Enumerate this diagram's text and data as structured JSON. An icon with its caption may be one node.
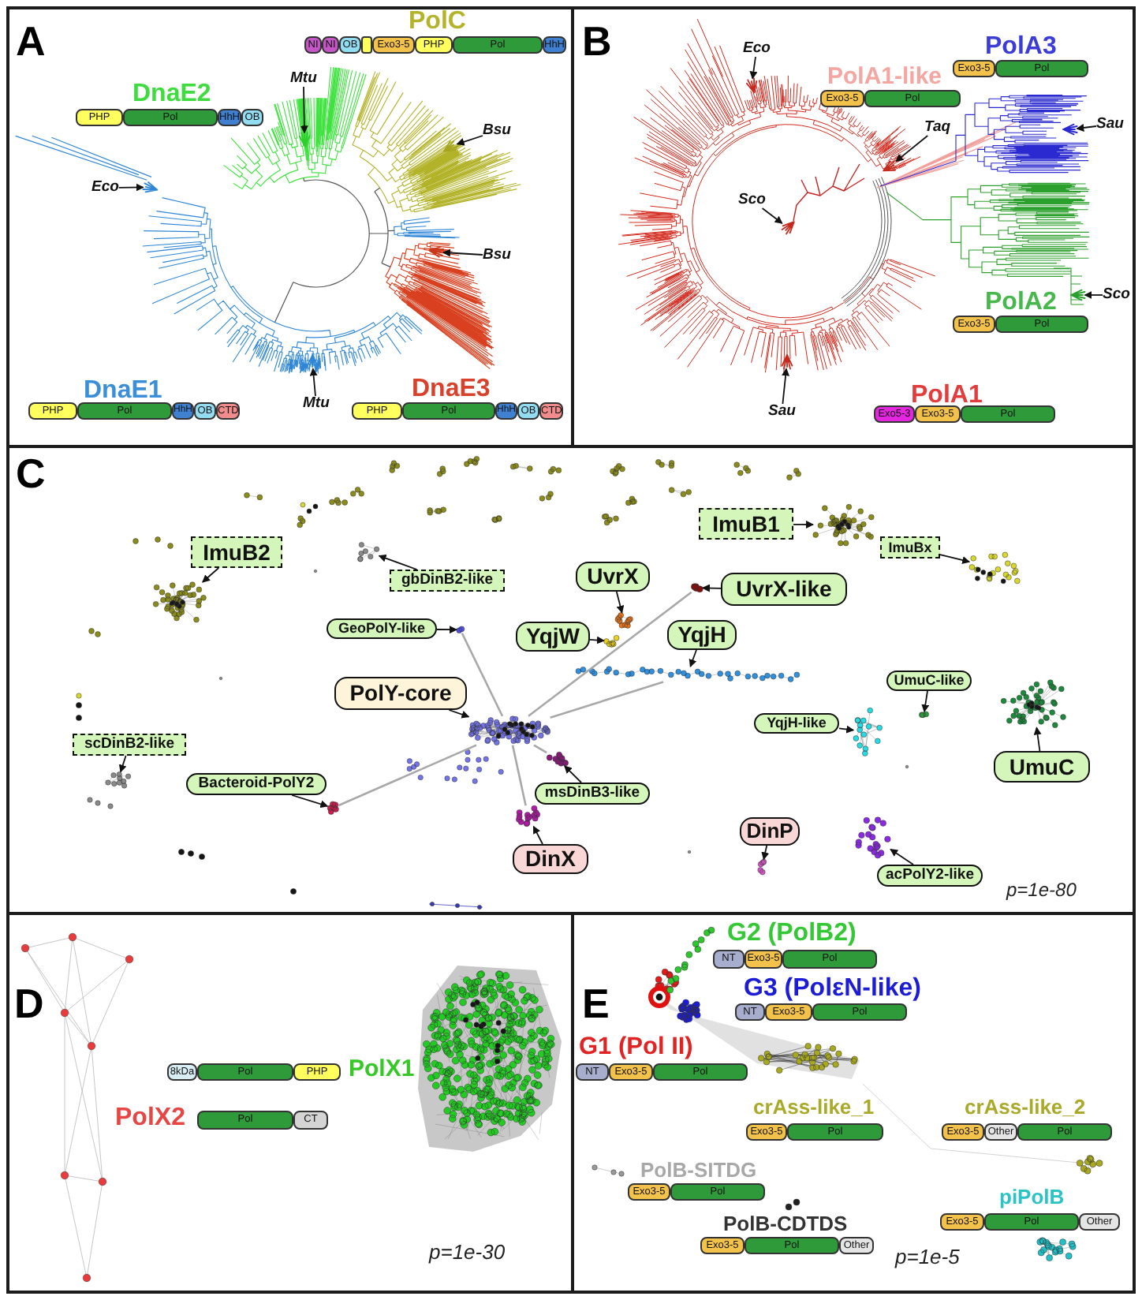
{
  "diagram": {
    "nodes": [
      {
        "text": [
          "A"
        ]
      },
      {
        "text": [
          "NI"
        ],
        "in": 0
      },
      {
        "text": [
          "NI"
        ],
        "in": 0
      },
      {
        "text": [
          "OB"
        ],
        "in": 0
      },
      {
        "text": [],
        "shape": "box",
        "in": 0
      },
      {
        "text": [
          "Exo3-5"
        ],
        "in": 0
      },
      {
        "text": [
          "PHP"
        ],
        "in": 0
      },
      {
        "text": [
          "Pol"
        ],
        "in": 0
      },
      {
        "text": [
          "HhH"
        ],
        "in": 0
      },
      {
        "text": [
          "Mtu"
        ],
        "in": 0
      },
      {
        "text": [
          "PHP"
        ],
        "in": 0
      },
      {
        "text": [
          "Pol"
        ],
        "in": 0
      },
      {
        "text": [
          "HhH"
        ],
        "in": 0
      },
      {
        "text": [
          "OB"
        ],
        "in": 0
      },
      {
        "text": [
          "Bsu"
        ],
        "in": 0
      },
      {
        "text": [
          "Eco"
        ],
        "in": 0
      },
      {
        "text": [
          "Bsu"
        ],
        "in": 0
      },
      {
        "text": [
          "PHP"
        ],
        "in": 0
      },
      {
        "text": [
          "Pol"
        ],
        "in": 0
      },
      {
        "text": [
          "HhH"
        ],
        "in": 0
      },
      {
        "text": [
          "OB"
        ],
        "in": 0
      },
      {
        "text": [
          "CTD"
        ],
        "in": 0
      },
      {
        "text": [
          "Mtu"
        ],
        "in": 0
      },
      {
        "text": [
          "PHP"
        ],
        "in": 0
      },
      {
        "text": [
          "Pol"
        ],
        "in": 0
      },
      {
        "text": [
          "HhH"
        ],
        "in": 0
      },
      {
        "text": [
          "OB"
        ],
        "in": 0
      },
      {
        "text": [
          "CTD"
        ],
        "in": 0
      },
      {
        "text": [
          "B"
        ]
      },
      {
        "text": [
          "Eco"
        ],
        "in": 28
      },
      {
        "text": [
          "Exo3-5"
        ],
        "in": 28
      },
      {
        "text": [
          "Pol"
        ],
        "in": 28
      },
      {
        "text": [
          "Exo3-5"
        ],
        "in": 28
      },
      {
        "text": [
          "Pol"
        ],
        "in": 28
      },
      {
        "text": [
          "Taq"
        ],
        "in": 28
      },
      {
        "text": [
          "Sau"
        ],
        "in": 28
      },
      {
        "text": [
          "Sco"
        ],
        "in": 28
      },
      {
        "text": [
          "Sco"
        ],
        "in": 28
      },
      {
        "text": [
          "Exo3-5"
        ],
        "in": 28
      },
      {
        "text": [
          "Pol"
        ],
        "in": 28
      },
      {
        "text": [
          "Sau"
        ],
        "in": 28
      },
      {
        "text": [
          "Exo5-3"
        ],
        "in": 28
      },
      {
        "text": [
          "Exo3-5"
        ],
        "in": 28
      },
      {
        "text": [
          "Pol"
        ],
        "in": 28
      },
      {
        "text": [
          "C"
        ]
      },
      {
        "text": [
          "ImuB1"
        ],
        "in": 44
      },
      {
        "text": [
          "ImuB2"
        ],
        "in": 44
      },
      {
        "text": [
          "ImuBx"
        ],
        "in": 44
      },
      {
        "text": [
          "UvrX"
        ],
        "in": 44
      },
      {
        "text": [
          "gbDinB2-like"
        ],
        "in": 44
      },
      {
        "text": [
          "UvrX-like"
        ],
        "in": 44
      },
      {
        "text": [
          "GeoPolY-like"
        ],
        "in": 44
      },
      {
        "text": [
          "YqjW"
        ],
        "in": 44
      },
      {
        "text": [
          "YqjH"
        ],
        "in": 44
      },
      {
        "text": [
          "UmuC-like"
        ],
        "in": 44
      },
      {
        "text": [
          "PolY-core"
        ],
        "in": 44
      },
      {
        "text": [
          "YqjH-like"
        ],
        "in": 44
      },
      {
        "text": [
          "scDinB2-like"
        ],
        "in": 44
      },
      {
        "text": [
          "UmuC"
        ],
        "in": 44
      },
      {
        "text": [
          "Bacteroid-PolY2"
        ],
        "in": 44
      },
      {
        "text": [
          "msDinB3-like"
        ],
        "in": 44
      },
      {
        "text": [
          "DinP"
        ],
        "in": 44
      },
      {
        "text": [
          "DinX"
        ],
        "in": 44
      },
      {
        "text": [
          "acPolY2-like"
        ],
        "in": 44
      },
      {
        "text": [
          "D"
        ]
      },
      {
        "text": [
          "8kDa"
        ],
        "in": 64
      },
      {
        "text": [
          "Pol"
        ],
        "in": 64
      },
      {
        "text": [
          "PHP"
        ],
        "in": 64
      },
      {
        "text": [
          "Pol"
        ],
        "in": 64
      },
      {
        "text": [
          "CT"
        ],
        "in": 64
      },
      {
        "text": [
          "E"
        ]
      },
      {
        "text": [
          "NT"
        ],
        "in": 70
      },
      {
        "text": [
          "Exo3-5"
        ],
        "in": 70
      },
      {
        "text": [
          "Pol"
        ],
        "in": 70
      },
      {
        "text": [
          "NT"
        ],
        "in": 70
      },
      {
        "text": [
          "Exo3-5"
        ],
        "in": 70
      },
      {
        "text": [
          "Pol"
        ],
        "in": 70
      },
      {
        "text": [
          "NT"
        ],
        "in": 70
      },
      {
        "text": [
          "Exo3-5"
        ],
        "in": 70
      },
      {
        "text": [
          "Pol"
        ],
        "in": 70
      },
      {
        "text": [
          "Exo3-5"
        ],
        "in": 70
      },
      {
        "text": [
          "Pol"
        ],
        "in": 70
      },
      {
        "text": [
          "Exo3-5"
        ],
        "in": 70
      },
      {
        "text": [
          "Other"
        ],
        "in": 70
      },
      {
        "text": [
          "Pol"
        ],
        "in": 70
      },
      {
        "text": [
          "Exo3-5"
        ],
        "in": 70
      },
      {
        "text": [
          "Pol"
        ],
        "in": 70
      },
      {
        "text": [
          "Exo3-5"
        ],
        "in": 70
      },
      {
        "text": [
          "Pol"
        ],
        "in": 70
      },
      {
        "text": [
          "Other"
        ],
        "in": 70
      },
      {
        "text": [
          "Exo3-5"
        ],
        "in": 70
      },
      {
        "text": [
          "Pol"
        ],
        "in": 70
      },
      {
        "text": [
          "Other"
        ],
        "in": 70
      },
      {
        "text": [],
        "shape": "branch",
        "in": 0
      },
      {
        "text": [],
        "shape": "branch",
        "in": 0
      },
      {
        "text": [],
        "shape": "branch",
        "in": 0
      },
      {
        "text": [],
        "shape": "branch",
        "in": 0
      },
      {
        "text": [],
        "shape": "branch",
        "in": 0
      },
      {
        "text": [],
        "shape": "branch",
        "in": 28
      },
      {
        "text": [],
        "shape": "branch",
        "in": 28
      },
      {
        "text": [],
        "shape": "branch",
        "in": 28
      },
      {
        "text": [],
        "shape": "branch",
        "in": 28
      },
      {
        "text": [],
        "shape": "branch",
        "in": 28
      },
      {
        "text": [],
        "shape": "branch",
        "in": 28
      },
      {
        "text": [],
        "shape": "cluster",
        "in": 44
      },
      {
        "text": [],
        "shape": "cluster",
        "in": 44
      },
      {
        "text": [],
        "shape": "cluster",
        "in": 44
      },
      {
        "text": [],
        "shape": "cluster",
        "in": 44
      },
      {
        "text": [],
        "shape": "cluster",
        "in": 44
      },
      {
        "text": [],
        "shape": "cluster",
        "in": 44
      },
      {
        "text": [],
        "shape": "cluster",
        "in": 44
      },
      {
        "text": [],
        "shape": "cluster",
        "in": 44
      },
      {
        "text": [],
        "shape": "cluster",
        "in": 44
      },
      {
        "text": [],
        "shape": "cluster",
        "in": 44
      },
      {
        "text": [],
        "shape": "cluster",
        "in": 44
      },
      {
        "text": [],
        "shape": "cluster",
        "in": 44
      },
      {
        "text": [],
        "shape": "cluster",
        "in": 44
      },
      {
        "text": [],
        "shape": "cluster",
        "in": 44
      },
      {
        "text": [],
        "shape": "cluster",
        "in": 44
      },
      {
        "text": [],
        "shape": "cluster",
        "in": 44
      },
      {
        "text": [],
        "shape": "cluster",
        "in": 44
      },
      {
        "text": [],
        "shape": "cluster",
        "in": 44
      },
      {
        "text": [],
        "shape": "cluster",
        "in": 44
      }
    ],
    "edges": [
      {
        "from": 9,
        "to": 93,
        "arrow": "to"
      },
      {
        "from": 14,
        "to": 94,
        "arrow": "to"
      },
      {
        "from": 15,
        "to": 95,
        "arrow": "to"
      },
      {
        "from": 16,
        "to": 96,
        "arrow": "to"
      },
      {
        "from": 22,
        "to": 97,
        "arrow": "to"
      },
      {
        "from": 29,
        "to": 98,
        "arrow": "to"
      },
      {
        "from": 34,
        "to": 100,
        "arrow": "to"
      },
      {
        "from": 35,
        "to": 99,
        "arrow": "to"
      },
      {
        "from": 36,
        "to": 101,
        "arrow": "to"
      },
      {
        "from": 37,
        "to": 102,
        "arrow": "to"
      },
      {
        "from": 40,
        "to": 103,
        "arrow": "to"
      },
      {
        "from": 45,
        "to": 104,
        "arrow": "to"
      },
      {
        "from": 46,
        "to": 108,
        "arrow": "to"
      },
      {
        "from": 47,
        "to": 106,
        "arrow": "to"
      },
      {
        "from": 48,
        "to": 109,
        "arrow": "to"
      },
      {
        "from": 49,
        "to": 105,
        "arrow": "to"
      },
      {
        "from": 50,
        "to": 107,
        "arrow": "to"
      },
      {
        "from": 51,
        "to": 110,
        "arrow": "to"
      },
      {
        "from": 52,
        "to": 111,
        "arrow": "to"
      },
      {
        "from": 53,
        "to": 112,
        "arrow": "to"
      },
      {
        "from": 54,
        "to": 114,
        "arrow": "to"
      },
      {
        "from": 55,
        "to": 115,
        "arrow": "to"
      },
      {
        "from": 56,
        "to": 116,
        "arrow": "to"
      },
      {
        "from": 57,
        "to": 118,
        "arrow": "to"
      },
      {
        "from": 58,
        "to": 113,
        "arrow": "to"
      },
      {
        "from": 59,
        "to": 119,
        "arrow": "to"
      },
      {
        "from": 60,
        "to": 117,
        "arrow": "to"
      },
      {
        "from": 61,
        "to": 122,
        "arrow": "to"
      },
      {
        "from": 62,
        "to": 120,
        "arrow": "to"
      },
      {
        "from": 63,
        "to": 121,
        "arrow": "to"
      },
      {
        "from": 115,
        "to": 107,
        "arrow": "none",
        "color": "#a8a8a8"
      },
      {
        "from": 115,
        "to": 112,
        "arrow": "none",
        "color": "#a8a8a8"
      },
      {
        "from": 115,
        "to": 110,
        "arrow": "none",
        "color": "#a8a8a8"
      },
      {
        "from": 115,
        "to": 119,
        "arrow": "none",
        "color": "#a8a8a8"
      },
      {
        "from": 115,
        "to": 117,
        "arrow": "none",
        "color": "#a8a8a8"
      },
      {
        "from": 115,
        "to": 120,
        "arrow": "none",
        "color": "#a8a8a8"
      }
    ],
    "labels": [
      "PolC",
      "DnaE2",
      "DnaE1",
      "DnaE3",
      "PolA3",
      "PolA1-like",
      "PolA2",
      "PolA1",
      "p=1e-80",
      "PolX1",
      "PolX2",
      "p=1e-30",
      "G2 (PolB2)",
      "G3 (PolεN-like)",
      "G1 (Pol II)",
      "crAss-like_1",
      "crAss-like_2",
      "PolB-SITDG",
      "piPolB",
      "PolB-CDTDS",
      "p=1e-5"
    ]
  }
}
